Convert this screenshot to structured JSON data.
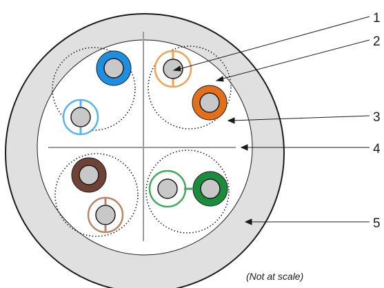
{
  "callouts": [
    {
      "number": "1"
    },
    {
      "number": "2"
    },
    {
      "number": "3"
    },
    {
      "number": "4"
    },
    {
      "number": "5"
    }
  ],
  "note": "(Not at scale)",
  "colors": {
    "jacket_fill": "#e0e0e0",
    "jacket_outline": "#1a1a1a",
    "core_fill": "#c8c8c8",
    "blue": "#1e8fe0",
    "light_blue": "#55b3ee",
    "orange": "#e2701a",
    "light_orange": "#f0a055",
    "brown": "#6e4234",
    "light_brown": "#b98563",
    "green": "#1a8c3c",
    "light_green": "#3faa5c",
    "separator": "#9a9a9a"
  },
  "pairs": [
    {
      "name": "blue",
      "solid": "blue",
      "stripe": "light_blue"
    },
    {
      "name": "orange",
      "solid": "orange",
      "stripe": "light_orange"
    },
    {
      "name": "brown",
      "solid": "brown",
      "stripe": "light_brown"
    },
    {
      "name": "green",
      "solid": "green",
      "stripe": "light_green"
    }
  ]
}
